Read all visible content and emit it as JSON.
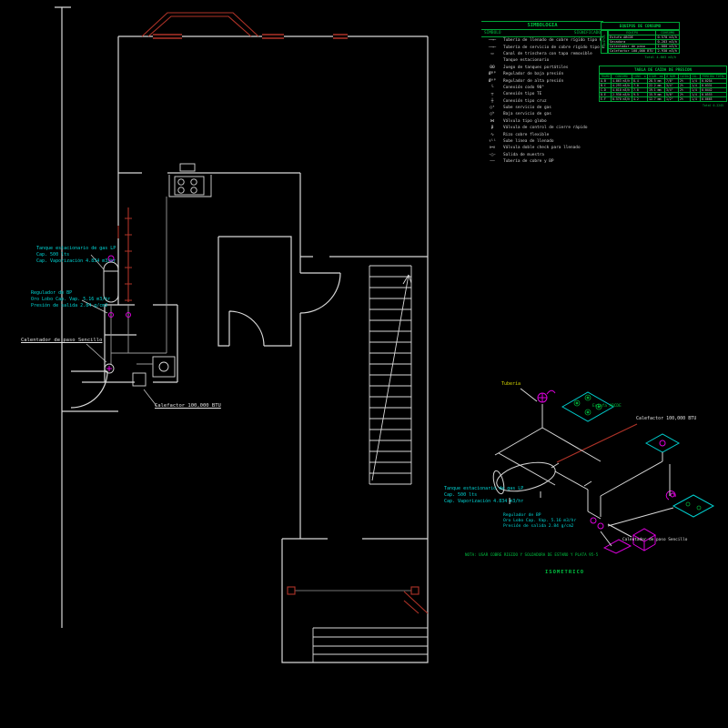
{
  "colors": {
    "background": "#000000",
    "walls": "#d8d8d8",
    "piping_red": "#b03328",
    "labels_cyan": "#00d4d4",
    "tables_green": "#00c040",
    "symbols_magenta": "#dd00dd",
    "equipment_cyan": "#00cccc",
    "tuberia_yellow": "#d6d600"
  },
  "legend": {
    "title": "SIMBOLOGIA",
    "col_symbol": "SIMBOLO",
    "col_meaning": "SIGNIFICADO",
    "items": [
      {
        "sym": "—⟶—",
        "label": "Tubería de llenado de cobre rígido tipo K"
      },
      {
        "sym": "—⟶—",
        "label": "Tubería de servicio de cobre rígido tipo L"
      },
      {
        "sym": "▭",
        "label": "Canal de trinchera con tapa removible"
      },
      {
        "sym": "",
        "label": "Tanque estacionario"
      },
      {
        "sym": "ΘΘ",
        "label": "Juego de tanques portátiles"
      },
      {
        "sym": "Øᴮᴾ",
        "label": "Regulador de baja presión"
      },
      {
        "sym": "Øᴬᴾ",
        "label": "Regulador de alta presión"
      },
      {
        "sym": "└",
        "label": "Conexión codo 90°"
      },
      {
        "sym": "┬",
        "label": "Conexión tipo TE"
      },
      {
        "sym": "┼",
        "label": "Conexión tipo cruz"
      },
      {
        "sym": "○ˢ",
        "label": "Sube servicio de gas"
      },
      {
        "sym": "○ᵇ",
        "label": "Baja servicio de gas"
      },
      {
        "sym": "⋈",
        "label": "Válvula tipo globo"
      },
      {
        "sym": "β",
        "label": "Válvula de control de cierre rápido"
      },
      {
        "sym": "∿",
        "label": "Rizo cobre flexible"
      },
      {
        "sym": "↑ᴸᴸ",
        "label": "Sube línea de llenado"
      },
      {
        "sym": "⊳⊲",
        "label": "Válvula doble check para llenado"
      },
      {
        "sym": "-○-",
        "label": "Salida de muestra"
      },
      {
        "sym": "——",
        "label": "Tubería de cobre y BP"
      }
    ]
  },
  "equipos": {
    "title": "EQUIPOS DE CONSUMO",
    "side_label": "EQUIPOS",
    "headers": [
      "EQUIPO",
      "CONSUMO"
    ],
    "rows": [
      [
        "Estufa ABCDE",
        "0.570 m3/h"
      ],
      [
        "Secadora",
        "0.283 m3/h"
      ],
      [
        "Calentador de paso",
        "1.080 m3/h"
      ],
      [
        "Calefactor 100,000 BTU",
        "2.930 m3/h"
      ]
    ],
    "total_label": "Total",
    "total_value": "4.863 m3/h"
  },
  "caida": {
    "title": "TABLA DE CAIDA DE PRESION",
    "headers": [
      "TRAMO",
      "CONSUMO",
      "LONG. m",
      "DIAM. mm",
      "Ø NOM.",
      "CAIDA",
      "COL.",
      "PERDIDA TOTAL"
    ],
    "rows": [
      [
        "A-B",
        "4.863 m3/h",
        "8.4",
        "28.5 mm",
        "7/8\"",
        "2%",
        "1/4",
        "0.0254"
      ],
      [
        "B-C",
        "4.293 m3/h",
        "7.0",
        "22.2 mm",
        "3/4\"",
        "2%",
        "1/4",
        "0.0331"
      ],
      [
        "C-D",
        "4.010 m3/h",
        "7.0",
        "19.1 mm",
        "3/4\"",
        "2%",
        "1/4",
        "0.0442"
      ],
      [
        "D-E",
        "2.930 m3/h",
        "9.5",
        "15.9 mm",
        "5/8\"",
        "2%",
        "1/4",
        "0.0553"
      ],
      [
        "E-F",
        "0.570 m3/h",
        "4.2",
        "12.7 mm",
        "1/2\"",
        "2%",
        "1/4",
        "0.0665"
      ]
    ],
    "total_label": "Total",
    "total_value": "0.2245"
  },
  "plan": {
    "tank_label": [
      "Tanque estacionario de gas LP",
      "Cap. 500 lts",
      "Cap. Vaporización 4.834 m3/hr"
    ],
    "regulator_label": [
      "Regulador de BP",
      "Oro Lobo Cap. Vap. 5.16 m3/hr",
      "Presión de salida 2.84 g/cm2"
    ],
    "calentador_label": "Calentador de paso Sencillo",
    "calefactor_label": "Calefactor 100,000 BTU"
  },
  "iso": {
    "tuberia_label": "Tubería",
    "estufa_label": "Estufa ABCDE",
    "calefactor_label": "Calefactor 100,000 BTU",
    "tank_label": [
      "Tanque estacionario de gas LP",
      "Cap. 500 lts",
      "Cap. Vaporización 4.834 m3/hr"
    ],
    "regulator_label": [
      "Regulador de BP",
      "Oro Lobo Cap. Vap. 5.16 m3/hr",
      "Presión de salida 2.84 g/cm2"
    ],
    "calentador_label": "Calentador de paso Sencillo",
    "note": "NOTA: USAR COBRE RIGIDO Y SOLDADURA DE ESTAÑO Y PLATA 95-5",
    "title": "ISOMETRICO"
  }
}
